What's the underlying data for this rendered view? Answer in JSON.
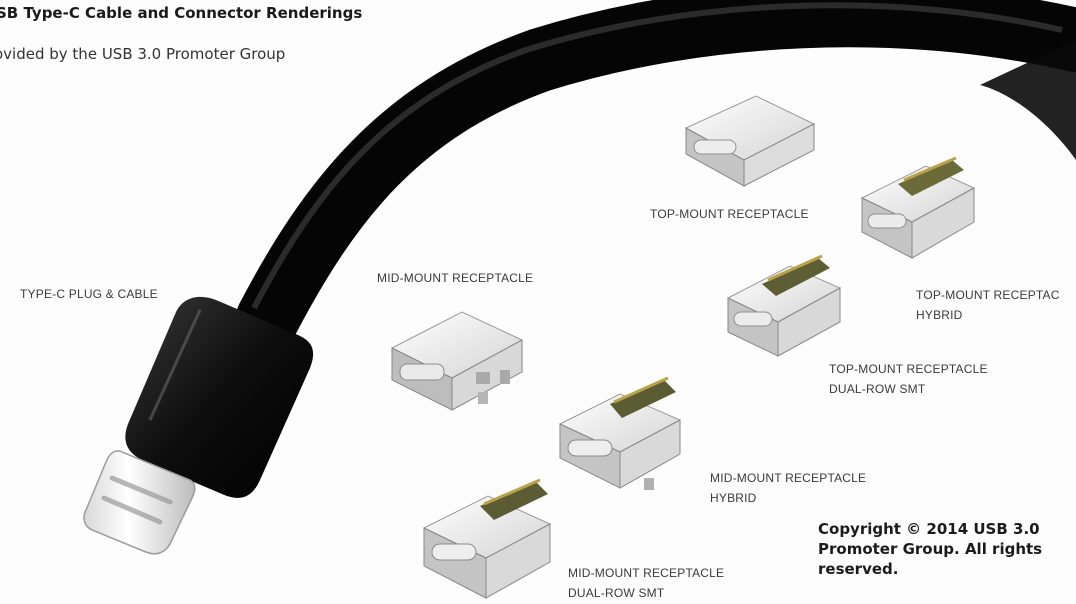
{
  "header": {
    "title": "SB Type-C Cable and Connector Renderings",
    "subtitle": "ovided by the USB 3.0 Promoter Group"
  },
  "labels": {
    "plug_cable": "TYPE-C PLUG & CABLE",
    "mid_mount": "MID-MOUNT RECEPTACLE",
    "top_mount": "TOP-MOUNT RECEPTACLE",
    "top_mount_hybrid_1": "TOP-MOUNT RECEPTAC",
    "top_mount_hybrid_2": "HYBRID",
    "top_mount_dual_1": "TOP-MOUNT RECEPTACLE",
    "top_mount_dual_2": "DUAL-ROW SMT",
    "mid_mount_hybrid_1": "MID-MOUNT RECEPTACLE",
    "mid_mount_hybrid_2": "HYBRID",
    "mid_mount_dual_1": "MID-MOUNT RECEPTACLE",
    "mid_mount_dual_2": "DUAL-ROW SMT"
  },
  "copyright": {
    "line1": "Copyright © 2014 USB 3.0",
    "line2": "Promoter Group. All rights",
    "line3": "reserved."
  }
}
